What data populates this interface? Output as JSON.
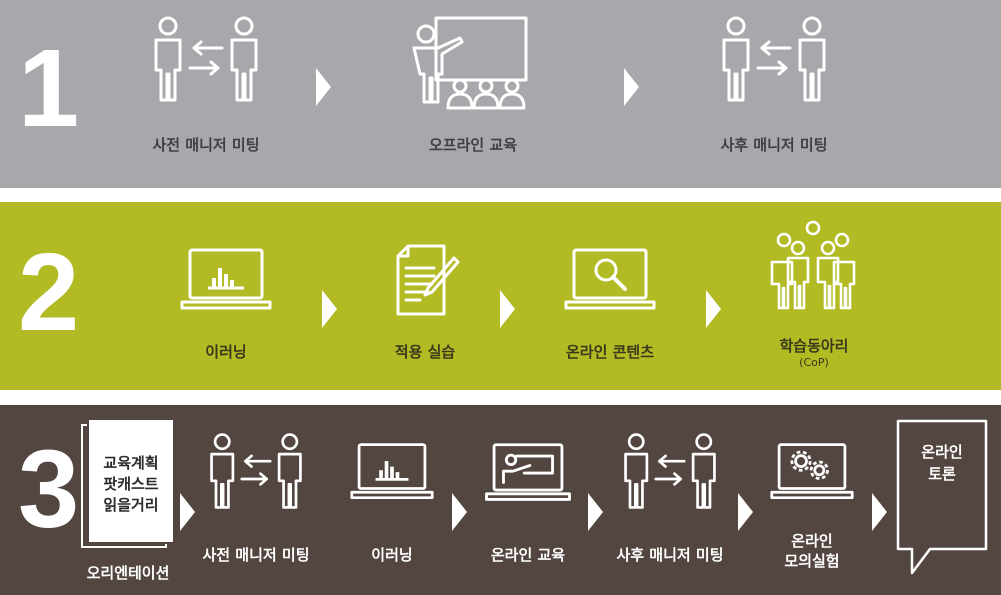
{
  "step1": {
    "number": "1",
    "items": [
      {
        "label": "사전 매니저 미팅",
        "icon": "two-people-exchange-icon"
      },
      {
        "label": "오프라인 교육",
        "icon": "presenter-classroom-icon"
      },
      {
        "label": "사후 매니저 미팅",
        "icon": "two-people-exchange-icon"
      }
    ]
  },
  "step2": {
    "number": "2",
    "items": [
      {
        "label": "이러닝",
        "icon": "laptop-chart-icon"
      },
      {
        "label": "적용 실습",
        "icon": "document-pen-icon"
      },
      {
        "label": "온라인 콘텐츠",
        "icon": "laptop-search-icon"
      },
      {
        "label": "학습동아리",
        "sublabel": "(CoP)",
        "icon": "group-people-icon"
      }
    ]
  },
  "step3": {
    "number": "3",
    "document_text": "교육계획\n팟캐스트\n읽을거리",
    "items": [
      {
        "label": "오리엔테이션",
        "icon": "document-stack-icon"
      },
      {
        "label": "사전 매니저 미팅",
        "icon": "two-people-exchange-icon"
      },
      {
        "label": "이러닝",
        "icon": "laptop-chart-icon"
      },
      {
        "label": "온라인 교육",
        "icon": "laptop-presenter-icon"
      },
      {
        "label": "사후 매니저 미팅",
        "icon": "two-people-exchange-icon"
      },
      {
        "label": "온라인\n모의실험",
        "icon": "laptop-gears-icon"
      }
    ],
    "bubble_text": "온라인\n토론"
  },
  "colors": {
    "band1": "#a6a8ab",
    "band2": "#b2ba24",
    "band3": "#534641",
    "icon_stroke": "#ffffff"
  }
}
